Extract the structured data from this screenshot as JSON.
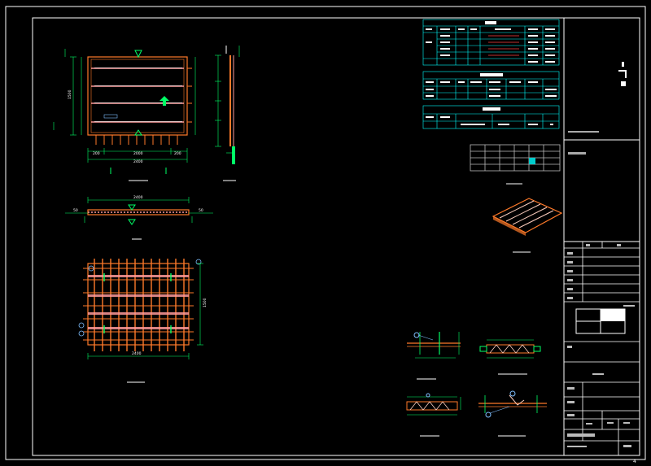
{
  "colors": {
    "background": "#000000",
    "frame": "#ffffff",
    "steel": "#ff7a2a",
    "rebar": "#ffd0c0",
    "dimension": "#00ff66",
    "annotation": "#00ffff",
    "tag": "#7fbfff",
    "yellow": "#ffff00"
  },
  "views": {
    "plan_dims": [
      "200",
      "2000",
      "200"
    ],
    "plan_total": "2400",
    "plan_side_dim": "1500",
    "section_top_dim": "2400",
    "section_side_dims": [
      "50",
      "50"
    ],
    "bottom_total": "2400",
    "bottom_side_dim": "1500"
  },
  "sheet": {
    "page_number": "4"
  }
}
